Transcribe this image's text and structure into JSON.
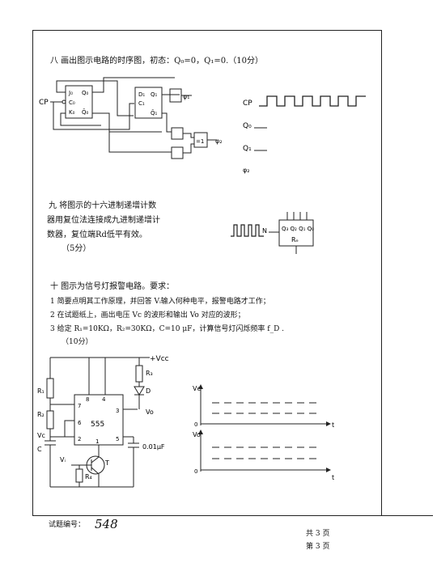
{
  "q8": {
    "title": "八  画出图示电路的时序图，初态：Q₀=0，Q₁=0.（10分）",
    "cp": "CP",
    "ff_left": {
      "j": "J₀",
      "q": "Q₀",
      "c": "C₀",
      "k": "K₀",
      "qn": "Q̄₀"
    },
    "ff_right": {
      "d": "D₁",
      "q": "Q₁",
      "c": "C₁",
      "qn": "Q̄₁"
    },
    "phi1": "φ₁",
    "phi2": "φ₂",
    "xor": "=1",
    "timing_cp": "CP",
    "timing_q0": "Q₀",
    "timing_q1": "Q₁",
    "timing_phi2": "φ₂"
  },
  "q9": {
    "line1": "九  将图示的十六进制递增计数",
    "line2": "器用复位法连接成九进制递增计",
    "line3": "数器，复位端Rd低平有效。",
    "score": "（5分）",
    "counter_outputs": "Q₃ Q₂ Q₁ Q₀",
    "counter_reset": "Rₑ",
    "clk_label": "N"
  },
  "q10": {
    "title": "十  图示为信号灯报警电路。要求：",
    "item1": "1  简要点明其工作原理，并回答 Vᵢ输入何种电平，报警电路才工作；",
    "item2": "2  在试题纸上，画出电压 Vc 的波形和输出 Vo 对应的波形；",
    "item3": "3  给定 R₁=10KΩ，R₂=30KΩ，C=10 μF，计算信号灯闪烁频率 f_D .",
    "score": "（10分）",
    "vcc": "+Vcc",
    "r1": "R₁",
    "r2": "R₂",
    "r3": "R₃",
    "r4": "R₄",
    "c": "C",
    "vc": "Vc",
    "vi": "Vᵢ",
    "vo": "Vo",
    "d": "D",
    "t": "T",
    "chip": "555",
    "cap2": "0.01μF",
    "pin8": "8",
    "pin4": "4",
    "pin7": "7",
    "pin6": "6",
    "pin2": "2",
    "pin3": "3",
    "pin5": "5",
    "pin1": "1",
    "graph1_y": "Vc",
    "graph2_y": "Vo",
    "origin": "0",
    "t_axis": "t"
  },
  "footer": {
    "exam_no_label": "试题编号：",
    "exam_no": "548",
    "total_pages": "共  3  页",
    "this_page": "第  3  页"
  }
}
